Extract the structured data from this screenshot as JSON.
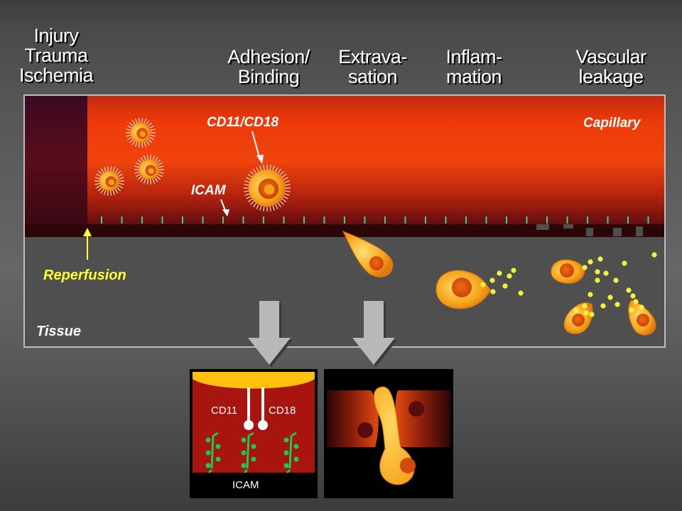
{
  "stages": {
    "injury": [
      "Injury",
      "Trauma",
      "Ischemia"
    ],
    "adhesion": [
      "Adhesion/",
      "Binding"
    ],
    "extravasation": [
      "Extrava-",
      "sation"
    ],
    "inflammation": [
      "Inflam-",
      "mation"
    ],
    "vascular": [
      "Vascular",
      "leakage"
    ]
  },
  "main": {
    "capillary_label": "Capillary",
    "tissue_label": "Tissue",
    "reperfusion_label": "Reperfusion",
    "cd11_cd18_label": "CD11/CD18",
    "icam_label": "ICAM"
  },
  "inset_adhesion": {
    "cd11_label": "CD11",
    "cd18_label": "CD18",
    "icam_label": "ICAM"
  },
  "colors": {
    "capillary_red": "#ee3a0a",
    "ischemia_dark": "#5a0c1a",
    "tissue_gray": "#4f4f4f",
    "cell_orange": "#f7a21a",
    "nucleus": "#e0580e",
    "reperfusion_yellow": "#ffff33",
    "icam_green": "#22c45a",
    "mediator_yellow": "#f2f23a"
  }
}
